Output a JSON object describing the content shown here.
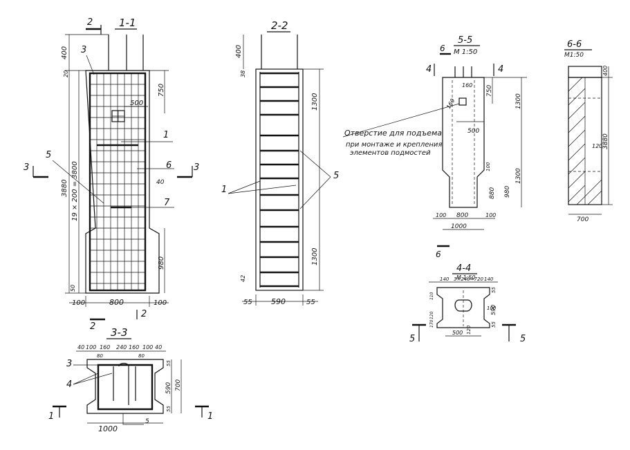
{
  "sections": {
    "s11": {
      "title": "1-1",
      "cut_left": "2",
      "cut_bottom": "2",
      "side_cut": "3"
    },
    "s22": {
      "title": "2-2"
    },
    "s33": {
      "title": "3-3",
      "cut_side": "1"
    },
    "s44": {
      "title": "4-4",
      "scale": "М 1:50",
      "cut_side": "5"
    },
    "s55": {
      "title": "5-5",
      "scale": "М 1:50",
      "cut_top": "6",
      "cut_side": "4"
    },
    "s66": {
      "title": "6-6",
      "scale": "М1:50"
    }
  },
  "callouts": {
    "c1": "1",
    "c3": "3",
    "c4": "4",
    "c5": "5",
    "c6": "6",
    "c7": "7"
  },
  "dims": {
    "d400": "400",
    "d20": "20",
    "d750": "750",
    "d500": "500",
    "d3880": "3880",
    "d19x200": "19 × 200 = 3800",
    "d40": "40",
    "d980": "980",
    "d50": "50",
    "d100": "100",
    "d800": "800",
    "d38": "38",
    "d1300": "1300",
    "d42": "42",
    "d55": "55",
    "d590": "590",
    "d160": "160",
    "d240": "240",
    "d80": "80",
    "d700": "700",
    "d1000": "1000",
    "d140": "140",
    "d3x240": "3×240=720",
    "d120": "120",
    "d880": "880",
    "d170": "170"
  },
  "note": {
    "line1": "Отверстие для подъема",
    "line2": "при монтаже и крепления",
    "line3": "элементов подмостей"
  }
}
